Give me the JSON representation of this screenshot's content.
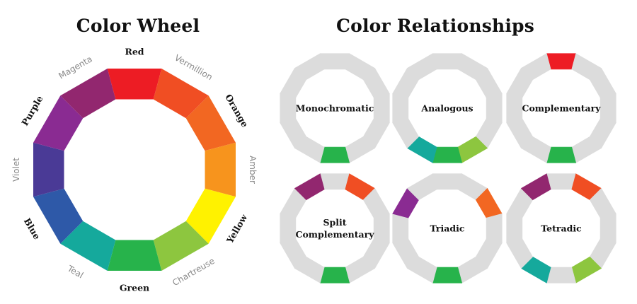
{
  "wheel": {
    "title": "Color Wheel",
    "segments": [
      {
        "name": "Red",
        "color": "#ED1C24",
        "emphasis": true
      },
      {
        "name": "Vermillion",
        "color": "#F04E23",
        "emphasis": false
      },
      {
        "name": "Orange",
        "color": "#F26722",
        "emphasis": true
      },
      {
        "name": "Amber",
        "color": "#F7941D",
        "emphasis": false
      },
      {
        "name": "Yellow",
        "color": "#FFF200",
        "emphasis": true
      },
      {
        "name": "Chartreuse",
        "color": "#8DC63F",
        "emphasis": false
      },
      {
        "name": "Green",
        "color": "#27B34B",
        "emphasis": true
      },
      {
        "name": "Teal",
        "color": "#15A99C",
        "emphasis": false
      },
      {
        "name": "Blue",
        "color": "#2E59A8",
        "emphasis": true
      },
      {
        "name": "Violet",
        "color": "#4A3A96",
        "emphasis": false
      },
      {
        "name": "Purple",
        "color": "#8A2B92",
        "emphasis": true
      },
      {
        "name": "Magenta",
        "color": "#92276F",
        "emphasis": false
      }
    ]
  },
  "relationships": {
    "title": "Color Relationships",
    "ring_color": "#DCDCDC",
    "items": [
      {
        "label": "Monochromatic",
        "highlight": [
          6
        ]
      },
      {
        "label": "Analogous",
        "highlight": [
          5,
          6,
          7
        ]
      },
      {
        "label": "Complementary",
        "highlight": [
          0,
          6
        ]
      },
      {
        "label": "Split Complementary",
        "highlight": [
          6,
          1,
          11
        ]
      },
      {
        "label": "Triadic",
        "highlight": [
          6,
          2,
          10
        ]
      },
      {
        "label": "Tetradic",
        "highlight": [
          1,
          5,
          7,
          11
        ]
      }
    ]
  }
}
